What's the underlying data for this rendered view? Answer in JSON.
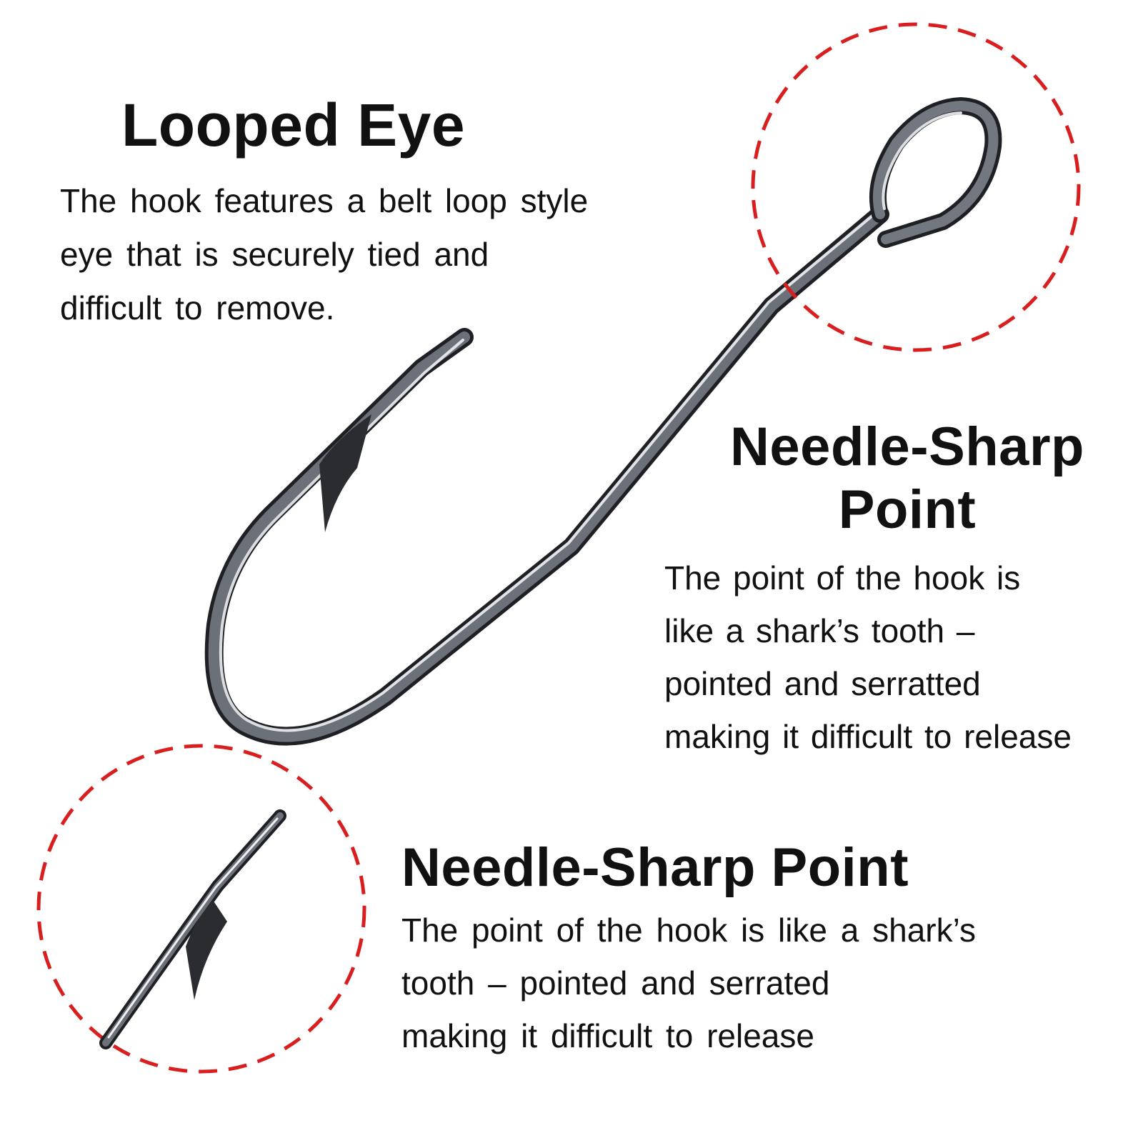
{
  "colors": {
    "callout_ring": "#d81e1e",
    "hook_dark": "#2a2c30",
    "hook_light": "#eef0f2",
    "text": "#111111"
  },
  "illustration": {
    "subject": "fishing-hook-icon",
    "detail_callouts": [
      "eye-detail-ring",
      "point-detail-ring"
    ]
  },
  "looped_eye": {
    "title": "Looped Eye",
    "lines": [
      "The hook features a belt loop style",
      "eye that is securely tied and",
      "difficult to remove."
    ]
  },
  "needle_right": {
    "title_line1": "Needle-Sharp",
    "title_line2": "Point",
    "lines": [
      "The point of the hook is",
      "like a shark’s tooth –",
      "pointed and serratted",
      "making it difficult to release"
    ]
  },
  "needle_bottom": {
    "title": "Needle-Sharp Point",
    "lines": [
      "The point of the hook is like a shark’s",
      "tooth – pointed and serrated",
      "making it difficult to release"
    ]
  }
}
